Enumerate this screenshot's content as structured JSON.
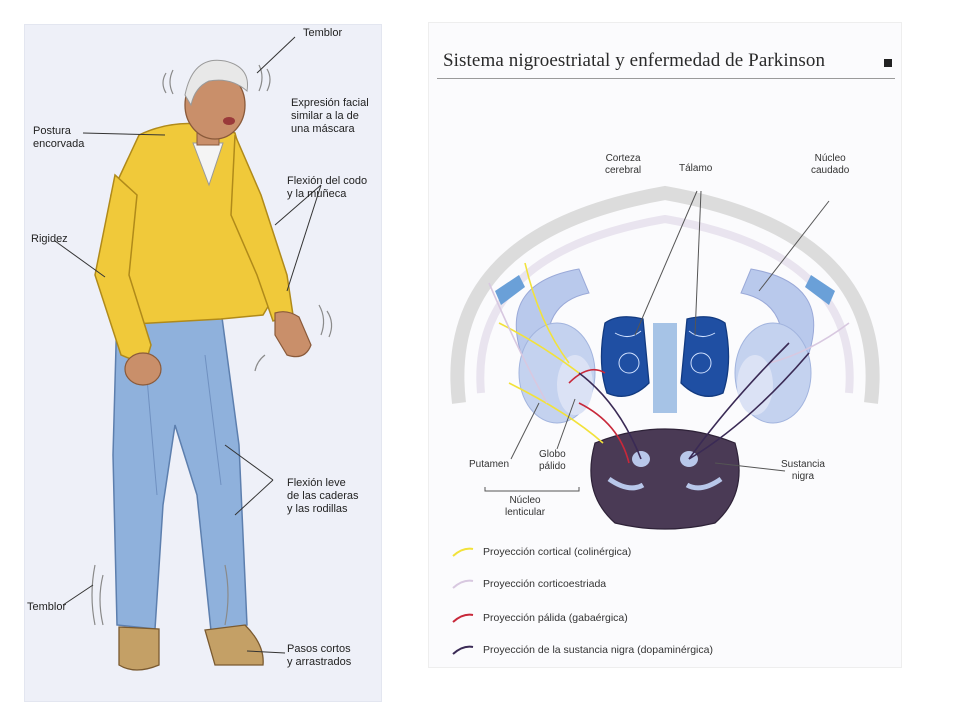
{
  "left_figure": {
    "labels": {
      "temblor_head": "Temblor",
      "expresion": "Expresión facial\nsimilar a la de\nuna máscara",
      "postura": "Postura\nencorvada",
      "flexion_codo": "Flexión del codo\ny la muñeca",
      "rigidez": "Rigidez",
      "flexion_caderas": "Flexión leve\nde las caderas\ny las rodillas",
      "temblor_legs": "Temblor",
      "pasos": "Pasos cortos\ny arrastrados"
    }
  },
  "right_figure": {
    "title": "Sistema nigroestriatal y enfermedad de Parkinson",
    "labels": {
      "corteza": "Corteza\ncerebral",
      "talamo": "Tálamo",
      "nucleo_caudado": "Núcleo\ncaudado",
      "putamen": "Putamen",
      "globo_palido": "Globo\npálido",
      "sustancia_nigra": "Sustancia\nnigra",
      "nucleo_lenticular": "Núcleo\nlenticular"
    },
    "legend": [
      {
        "label": "Proyección cortical (colinérgica)",
        "color": "#f2e23a"
      },
      {
        "label": "Proyección corticoestriada",
        "color": "#d8c8e0"
      },
      {
        "label": "Proyección pálida (gabaérgica)",
        "color": "#c8283a"
      },
      {
        "label": "Proyección de la sustancia nigra (dopaminérgica)",
        "color": "#3a2a55"
      }
    ]
  },
  "colors": {
    "sweater": "#f0c93a",
    "pants": "#8fb1dc",
    "thalamus": "#1f4fa3",
    "striatum": "#a8bfe8",
    "nigra_region": "#4a3a55"
  }
}
